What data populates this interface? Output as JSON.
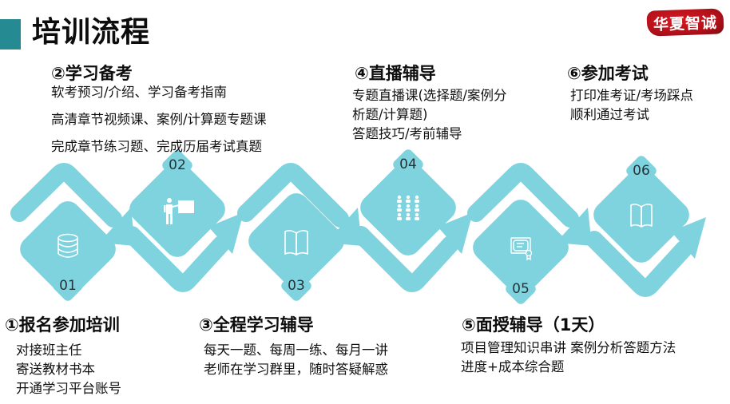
{
  "header": {
    "title": "培训流程",
    "logo_text": "华夏智诚",
    "accent_color": "#268a92",
    "logo_color": "#c0141c"
  },
  "flow": {
    "shape_color": "#7fd3de",
    "icon_color": "#ffffff"
  },
  "steps": [
    {
      "number": "01",
      "icon": "database-icon",
      "title": "①报名参加培训",
      "lines": [
        "对接班主任",
        "寄送教材书本",
        "开通学习平台账号"
      ]
    },
    {
      "number": "02",
      "icon": "teacher-presentation-icon",
      "title": "②学习备考",
      "lines": [
        "软考预习/介绍、学习备考指南",
        "高清章节视频课、案例/计算题专题课",
        "完成章节练习题、完成历届考试真题"
      ]
    },
    {
      "number": "03",
      "icon": "open-book-icon",
      "title": "③全程学习辅导",
      "lines": [
        "每天一题、每周一练、每月一讲",
        "老师在学习群里，随时答疑解惑"
      ]
    },
    {
      "number": "04",
      "icon": "audience-group-icon",
      "title": "④直播辅导",
      "lines": [
        "专题直播课(选择题/案例分",
        "析题/计算题)",
        "答题技巧/考前辅导"
      ]
    },
    {
      "number": "05",
      "icon": "certificate-icon",
      "title": "⑤面授辅导（1天）",
      "lines": [
        "项目管理知识串讲 案例分析答题方法",
        "进度+成本综合题"
      ]
    },
    {
      "number": "06",
      "icon": "open-book-icon",
      "title": "⑥参加考试",
      "lines": [
        "打印准考证/考场踩点",
        "顺利通过考试"
      ]
    }
  ]
}
